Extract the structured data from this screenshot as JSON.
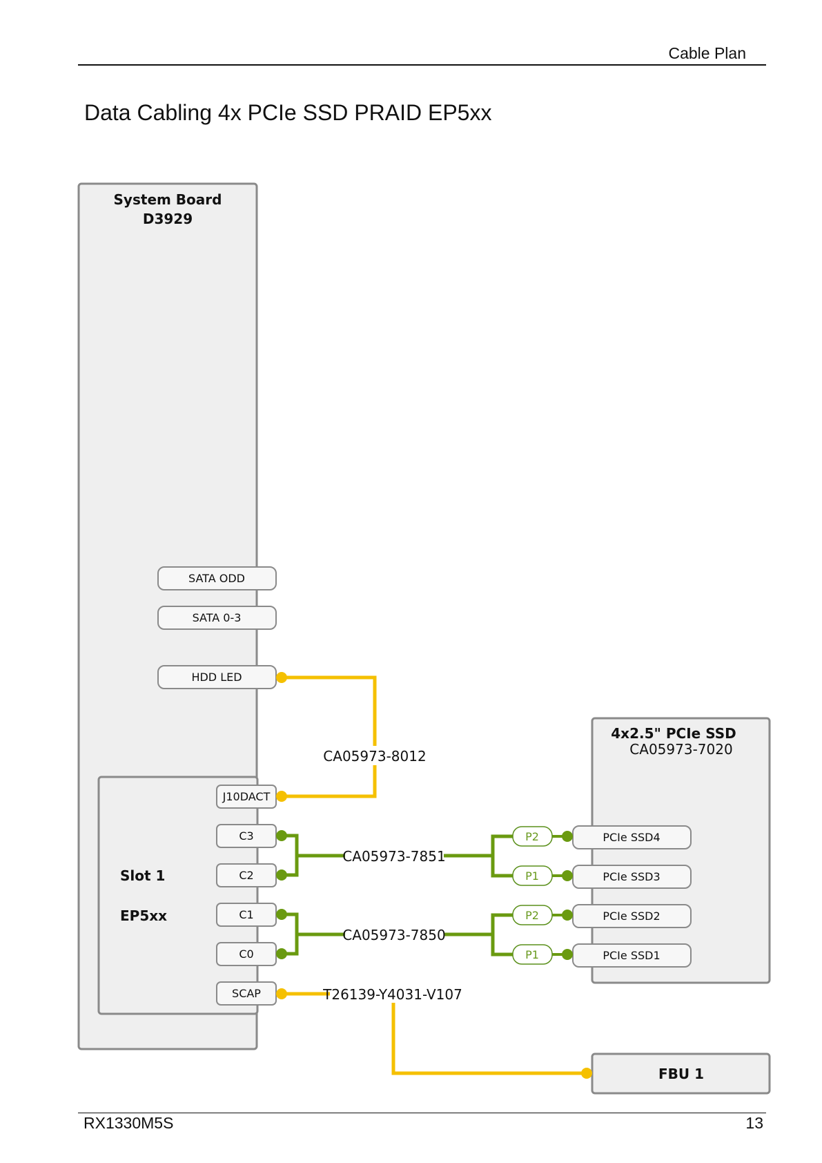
{
  "header": {
    "section": "Cable Plan"
  },
  "title": "Data Cabling 4x PCIe SSD PRAID EP5xx",
  "footer": {
    "model": "RX1330M5S",
    "page": "13"
  },
  "colors": {
    "sas_cable": "#6a9a10",
    "led_cable": "#f5c000",
    "box_fill": "#efefef",
    "box_stroke": "#8a8a8a"
  },
  "system_board": {
    "name": "System Board",
    "part": "D3929",
    "ports": {
      "sata_odd": "SATA ODD",
      "sata_03": "SATA 0-3",
      "hdd_led": "HDD LED"
    }
  },
  "controller": {
    "slot": "Slot 1",
    "name": "EP5xx",
    "ports": {
      "j10dact": "J10DACT",
      "c3": "C3",
      "c2": "C2",
      "c1": "C1",
      "c0": "C0",
      "scap": "SCAP"
    }
  },
  "backplane": {
    "name": "4x2.5\" PCIe SSD",
    "part": "CA05973-7020",
    "ports": {
      "ssd4": "PCIe SSD4",
      "ssd3": "PCIe SSD3",
      "ssd2": "PCIe SSD2",
      "ssd1": "PCIe SSD1"
    }
  },
  "cable_ends": {
    "p2a": "P2",
    "p1a": "P1",
    "p2b": "P2",
    "p1b": "P1"
  },
  "fbu": {
    "name": "FBU 1"
  },
  "cables": {
    "led": "CA05973-8012",
    "sas_upper": "CA05973-7851",
    "sas_lower": "CA05973-7850",
    "fbu": "T26139-Y4031-V107"
  }
}
